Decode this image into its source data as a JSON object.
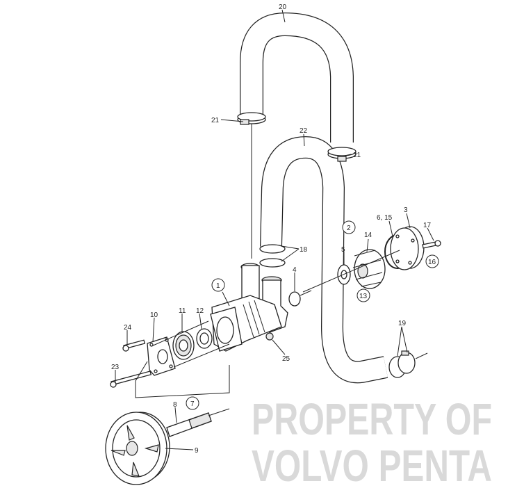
{
  "watermark": {
    "line1": "PROPERTY OF",
    "line2": "VOLVO PENTA"
  },
  "labels": {
    "p20": "20",
    "p21a": "21",
    "p21b": "21",
    "p22": "22",
    "p2": "2",
    "p6_15": "6, 15",
    "p3": "3",
    "p14": "14",
    "p17": "17",
    "p18": "18",
    "p16": "16",
    "p5": "5",
    "p4": "4",
    "p13": "13",
    "p1": "1",
    "p10": "10",
    "p11": "11",
    "p12": "12",
    "p24": "24",
    "p25": "25",
    "p19": "19",
    "p23": "23",
    "p8": "8",
    "p7": "7",
    "p9": "9"
  }
}
